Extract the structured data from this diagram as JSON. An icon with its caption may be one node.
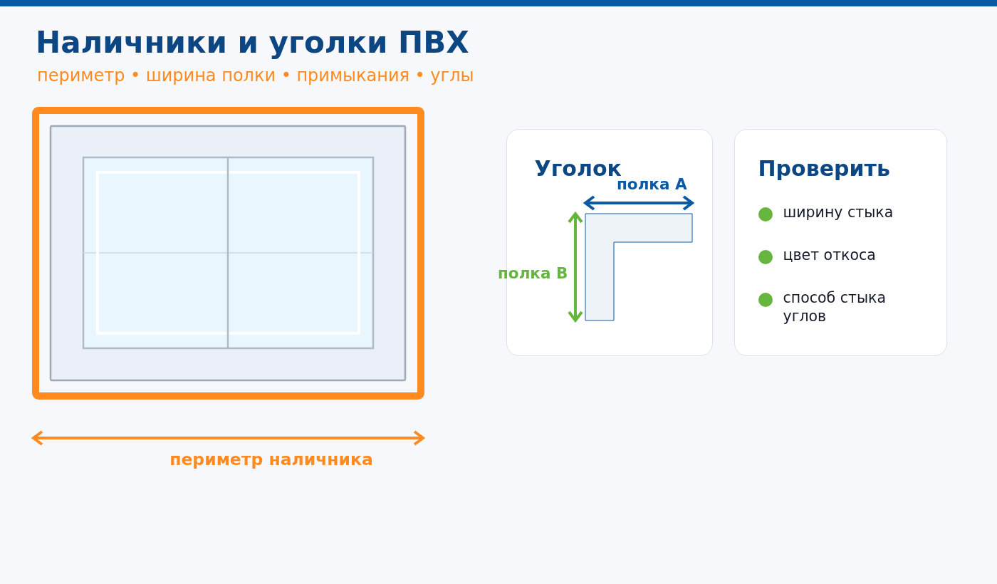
{
  "diagram": {
    "title": "Наличники и уголки ПВХ",
    "nodes": [
      {
        "text": [
          "Уголок"
        ]
      },
      {
        "text": [
          "Проверить",
          "ширину стыка",
          "цвет откоса",
          "способ стыка углов"
        ]
      }
    ],
    "labels": [
      "периметр • ширина полки • примыкания • углы",
      "периметр наличника",
      "полка А",
      "полка В"
    ]
  }
}
